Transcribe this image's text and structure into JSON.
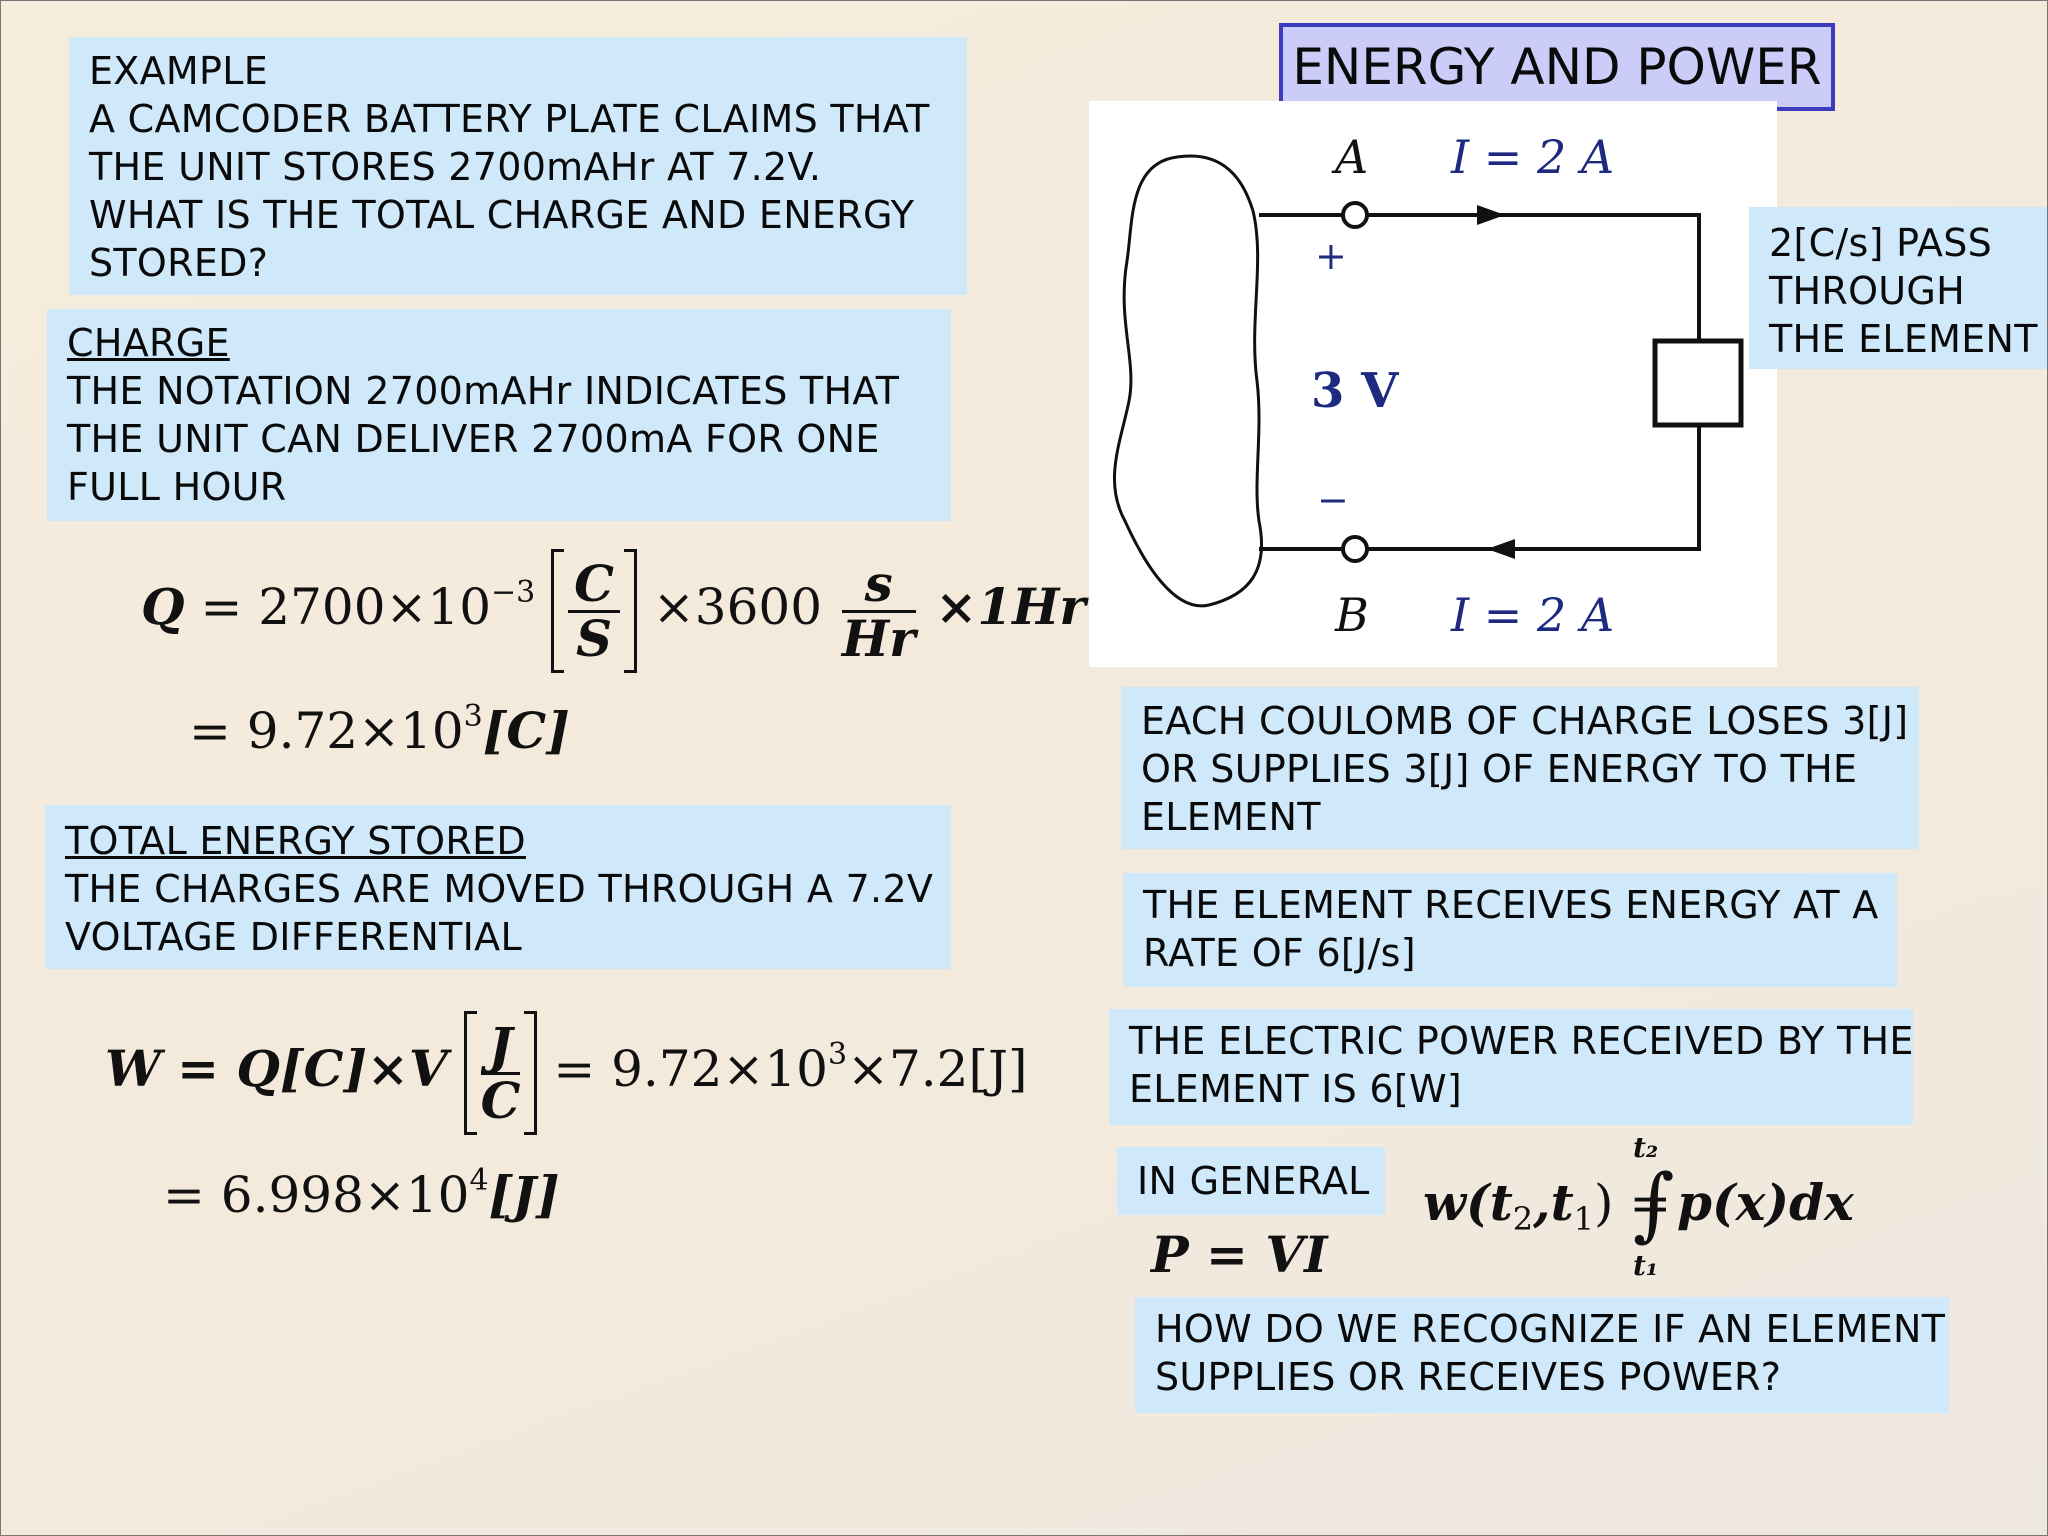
{
  "title": "ENERGY AND POWER",
  "example": {
    "lines": [
      "EXAMPLE",
      "A CAMCODER BATTERY PLATE CLAIMS THAT",
      "THE UNIT STORES 2700mAHr AT 7.2V.",
      "WHAT IS THE TOTAL CHARGE AND ENERGY",
      "STORED?"
    ]
  },
  "charge": {
    "heading": "CHARGE",
    "lines": [
      "THE NOTATION 2700mAHr INDICATES THAT",
      "THE UNIT CAN DELIVER 2700mA FOR ONE",
      "FULL HOUR"
    ]
  },
  "charge_eq": {
    "lhs": "Q",
    "coef": "= 2700×10",
    "exp": "−3",
    "unit_num": "C",
    "unit_den": "S",
    "mult": "×3600",
    "conv_num": "s",
    "conv_den": "Hr",
    "tail": "×1Hr",
    "result_prefix": "= 9.72×10",
    "result_exp": "3",
    "result_unit": "[C]"
  },
  "energy": {
    "heading": "TOTAL ENERGY STORED",
    "lines": [
      "THE CHARGES ARE MOVED THROUGH A 7.2V",
      "VOLTAGE DIFFERENTIAL"
    ]
  },
  "energy_eq": {
    "lhs": "W",
    "mid": "= Q[C]×V",
    "unit_num": "J",
    "unit_den": "C",
    "rhs_prefix": "= 9.72×10",
    "rhs_exp": "3",
    "rhs_tail": "×7.2[J]",
    "result_prefix": "= 6.998×10",
    "result_exp": "4",
    "result_unit": "[J]"
  },
  "circuit": {
    "node_a": "A",
    "node_b": "B",
    "current_top": "I = 2 A",
    "current_bottom": "I = 2 A",
    "voltage": "3 V",
    "plus": "+",
    "minus": "−"
  },
  "pass_box": {
    "lines": [
      "2[C/s] PASS",
      "THROUGH",
      "THE ELEMENT"
    ]
  },
  "coulomb_box": {
    "lines": [
      "EACH COULOMB OF CHARGE LOSES 3[J]",
      "OR SUPPLIES 3[J] OF ENERGY TO THE",
      "ELEMENT"
    ]
  },
  "rate_box": {
    "lines": [
      "THE ELEMENT RECEIVES ENERGY AT A",
      "RATE OF 6[J/s]"
    ]
  },
  "power_box": {
    "lines": [
      "THE ELECTRIC POWER RECEIVED BY THE",
      "ELEMENT IS 6[W]"
    ]
  },
  "general": {
    "label": "IN GENERAL",
    "p_eq": "P = VI",
    "w_lhs": "w(t",
    "w_sub2": "2",
    "w_mid": ",t",
    "w_sub1": "1",
    "w_end": ") =",
    "int_upper": "t₂",
    "int_lower": "t₁",
    "integral": "∫",
    "integrand": "p(x)dx"
  },
  "question_box": {
    "lines": [
      "HOW DO WE RECOGNIZE IF AN ELEMENT",
      "SUPPLIES OR RECEIVES POWER?"
    ]
  }
}
